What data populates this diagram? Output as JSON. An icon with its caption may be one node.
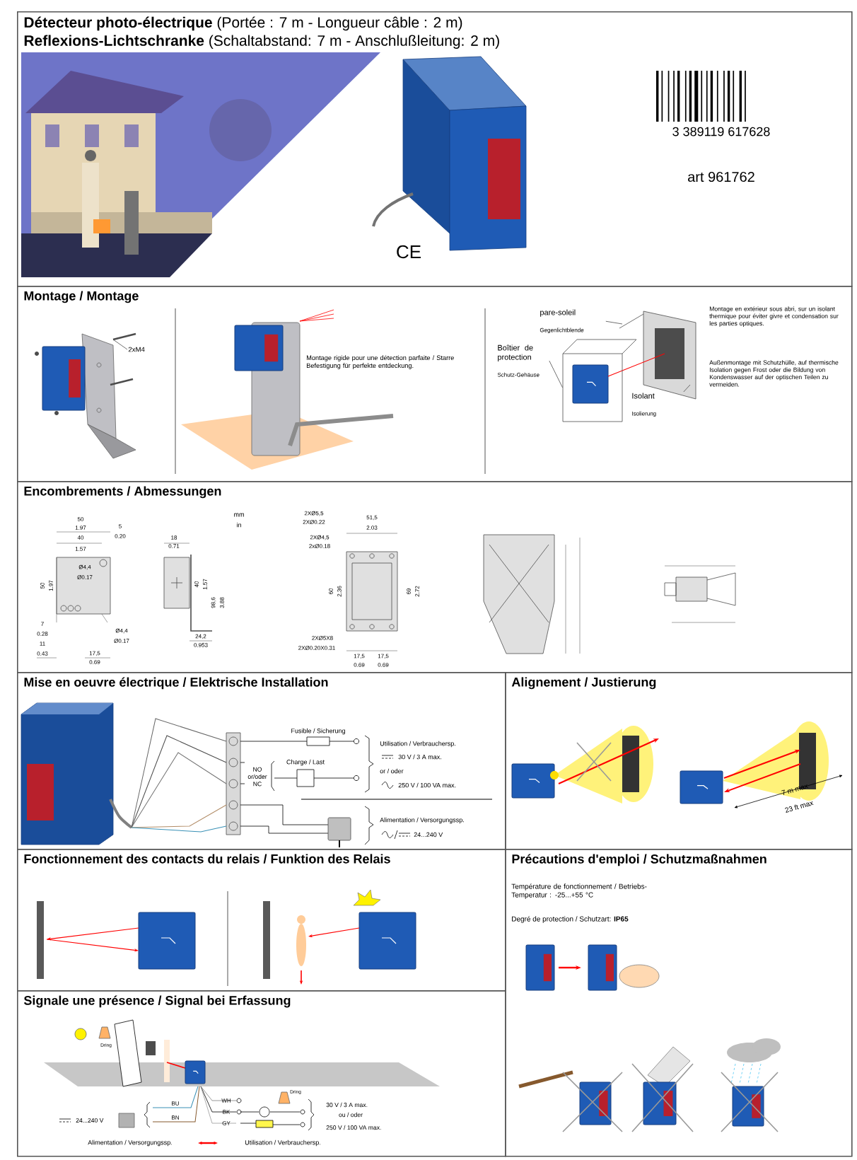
{
  "diagram": {
    "nodes": [
      {
        "text": [
          "**Détecteur photo-électrique** (Portée : 7 m - Longueur câble : 2 m)",
          "**Reflexions-Lichtschranke** (Schaltabstand: 7 m - Anschlußleitung: 2 m)"
        ]
      },
      {
        "text": [
          "Montage / Montage"
        ]
      },
      {
        "text": [
          "2xM4"
        ],
        "in": 1
      },
      {
        "text": [
          "pare-soleil",
          "Gegenlichtblende"
        ],
        "in": 1
      },
      {
        "text": [
          "Boîtier de protection",
          "Schutz-Gehäuse"
        ],
        "in": 1
      },
      {
        "text": [
          "Isolant",
          "Isolierung"
        ],
        "in": 1
      },
      {
        "text": [],
        "shape": "box",
        "in": 1
      },
      {
        "text": [
          "Encombrements / Abmessungen"
        ]
      },
      {
        "text": [
          "Mise en oeuvre électrique / Elektrische Installation"
        ]
      },
      {
        "text": [
          "Alignement / Justierung"
        ]
      },
      {
        "text": [
          "Fonctionnement des contacts du relais / Funktion des Relais"
        ]
      },
      {
        "text": [
          "Précautions d'emploi / Schutzmaßnahmen"
        ]
      },
      {
        "text": [
          "Signale une présence / Signal bei Erfassung"
        ]
      }
    ],
    "edges": [
      {
        "from": 2,
        "to": null,
        "arrow": "none"
      },
      {
        "from": 3,
        "to": null,
        "arrow": "none"
      },
      {
        "from": 4,
        "to": 6,
        "arrow": "none"
      },
      {
        "from": 5,
        "to": null,
        "arrow": "none"
      }
    ],
    "labels": [
      "3 389119 617628",
      "art 961762",
      "CE",
      "Montage rigide pour une détection parfaite / Starre Befestigung für perfekte entdeckung.",
      "Montage en extérieur sous abri, sur un isolant thermique pour éviter givre et condensation sur les parties optiques.",
      "Außenmontage mit Schutzhülle, auf thermische Isolation gegen Frost oder die Bildung von Kondenswasser auf der optischen Teilen zu vermeiden.",
      "mm",
      "in",
      "50",
      "1.97",
      "5",
      "40",
      "0.20",
      "1.57",
      "50",
      "1.97",
      "Ø4,4",
      "Ø0.17",
      "7",
      "0.28",
      "11",
      "0.43",
      "Ø4,4",
      "Ø0.17",
      "17,5",
      "0.69",
      "18",
      "0.71",
      "40",
      "1.57",
      "98,6",
      "3.88",
      "24,2",
      "0.953",
      "2XØ5,5",
      "2XØ0.22",
      "2XØ4,5",
      "2xØ0.18",
      "51,5",
      "2.03",
      "60",
      "2.36",
      "69",
      "2.72",
      "2XØ5X8",
      "2XØ0.20X0.31",
      "17,5",
      "17,5",
      "0.69",
      "0.69",
      "Fusible / Sicherung",
      "Charge / Last",
      "NO or/oder NC",
      "Utilisation / Verbrauchersp.",
      "30 V / 3 A max.",
      "or / oder",
      "250 V / 100 VA max.",
      "Alimentation / Versorgungssp.",
      "24...240 V",
      "7 m max",
      "23 ft max",
      "Température de fonctionnement / Betriebs-Temperatur : -25...+55 °C",
      "Degré de protection / Schutzart: **IP65**",
      "Dring",
      "24...240 V",
      "BU",
      "BN",
      "WH",
      "BK",
      "GY",
      "Dring",
      "30 V / 3 A max.",
      "ou / oder",
      "250 V / 100 VA max.",
      "Alimentation / Versorgungssp.",
      "Utilisation / Verbrauchersp."
    ]
  }
}
